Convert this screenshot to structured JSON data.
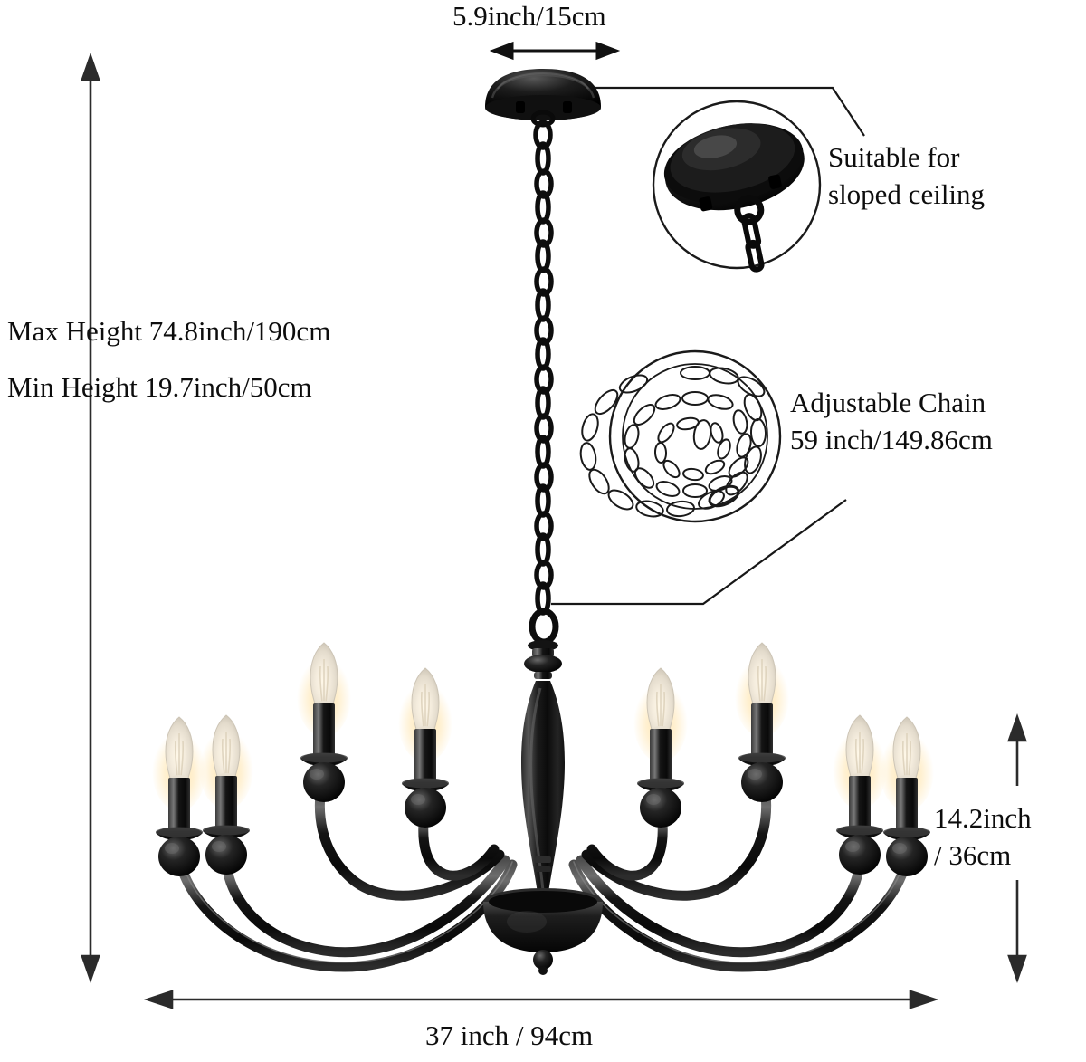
{
  "product": {
    "name": "8-light farmhouse candle chandelier",
    "finish_color": "#1a1a1a",
    "background_color": "#ffffff",
    "bulb_count": 8,
    "bulb_style": "flame-tip candelabra",
    "bulb_glass_color": "#efe9e0"
  },
  "dimensions": {
    "canopy_width": "5.9inch/15cm",
    "max_height": "Max Height 74.8inch/190cm",
    "min_height": "Min Height 19.7inch/50cm",
    "fixture_height_line1": "14.2inch",
    "fixture_height_line2": "/ 36cm",
    "fixture_width": "37 inch / 94cm"
  },
  "callouts": [
    {
      "id": "sloped-ceiling",
      "line1": "Suitable for",
      "line2": "sloped ceiling",
      "inset": "canopy-angled-photo"
    },
    {
      "id": "adjustable-chain",
      "line1": "Adjustable Chain",
      "line2": "59 inch/149.86cm",
      "inset": "coiled-chain-drawing"
    }
  ],
  "icons": {
    "arrow_double_horizontal": "double-headed-horizontal-arrow",
    "arrow_double_vertical": "double-headed-vertical-arrow",
    "leader_line": "callout-leader-line",
    "circle_inset": "circular-inset-frame"
  }
}
